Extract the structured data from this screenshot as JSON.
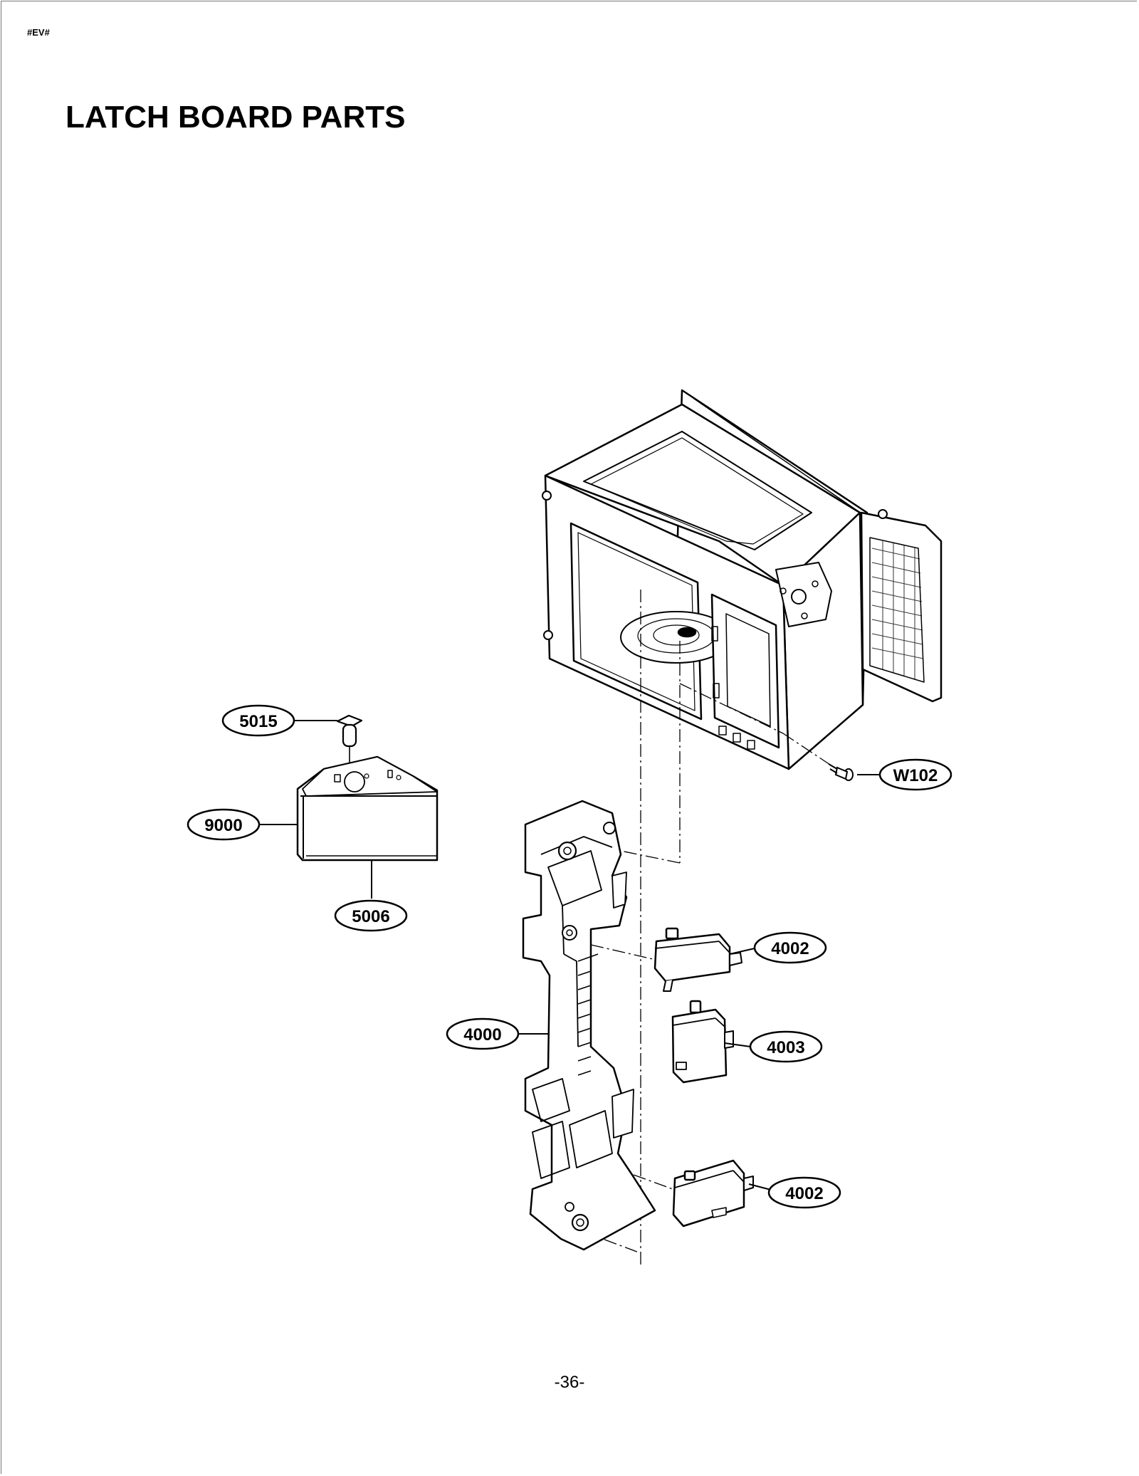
{
  "header": {
    "code": "#EV#",
    "title": "LATCH BOARD PARTS"
  },
  "footer": {
    "page_number": "-36-"
  },
  "callouts": {
    "p5015": "5015",
    "p9000": "9000",
    "p5006": "5006",
    "p4000": "4000",
    "p4002_top": "4002",
    "p4003": "4003",
    "p4002_bottom": "4002",
    "pW102": "W102"
  }
}
